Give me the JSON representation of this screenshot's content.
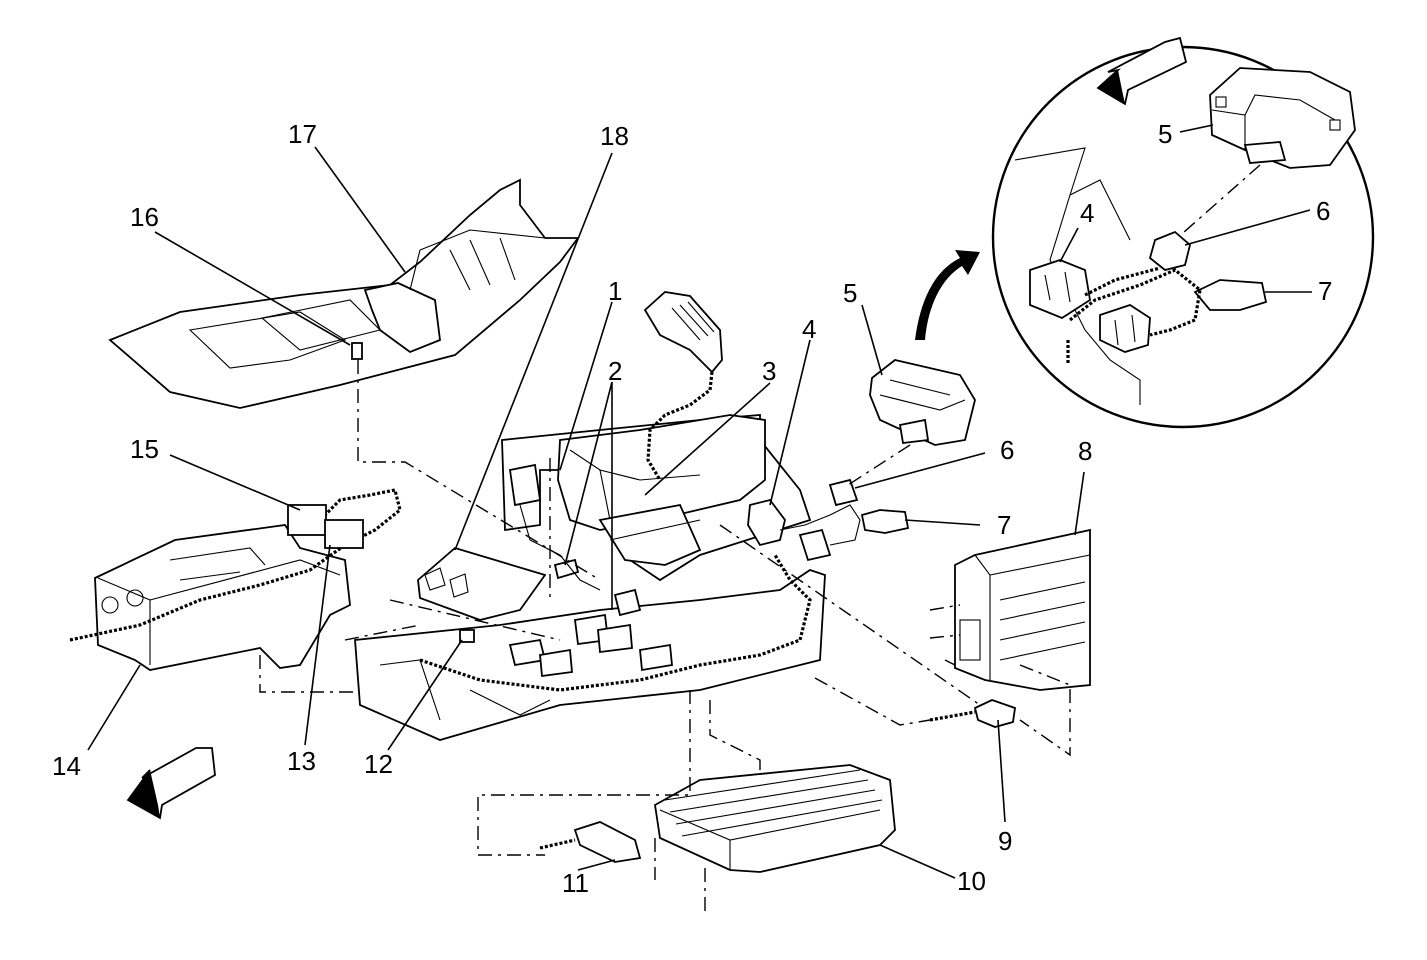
{
  "diagram": {
    "callouts": [
      {
        "label": "1"
      },
      {
        "label": "2"
      },
      {
        "label": "3"
      },
      {
        "label": "4"
      },
      {
        "label": "5"
      },
      {
        "label": "6"
      },
      {
        "label": "7"
      },
      {
        "label": "8"
      },
      {
        "label": "9"
      },
      {
        "label": "10"
      },
      {
        "label": "11"
      },
      {
        "label": "12"
      },
      {
        "label": "13"
      },
      {
        "label": "14"
      },
      {
        "label": "15"
      },
      {
        "label": "16"
      },
      {
        "label": "17"
      },
      {
        "label": "18"
      }
    ],
    "detail_callouts": [
      {
        "label": "5"
      },
      {
        "label": "4"
      },
      {
        "label": "6"
      },
      {
        "label": "7"
      }
    ]
  }
}
